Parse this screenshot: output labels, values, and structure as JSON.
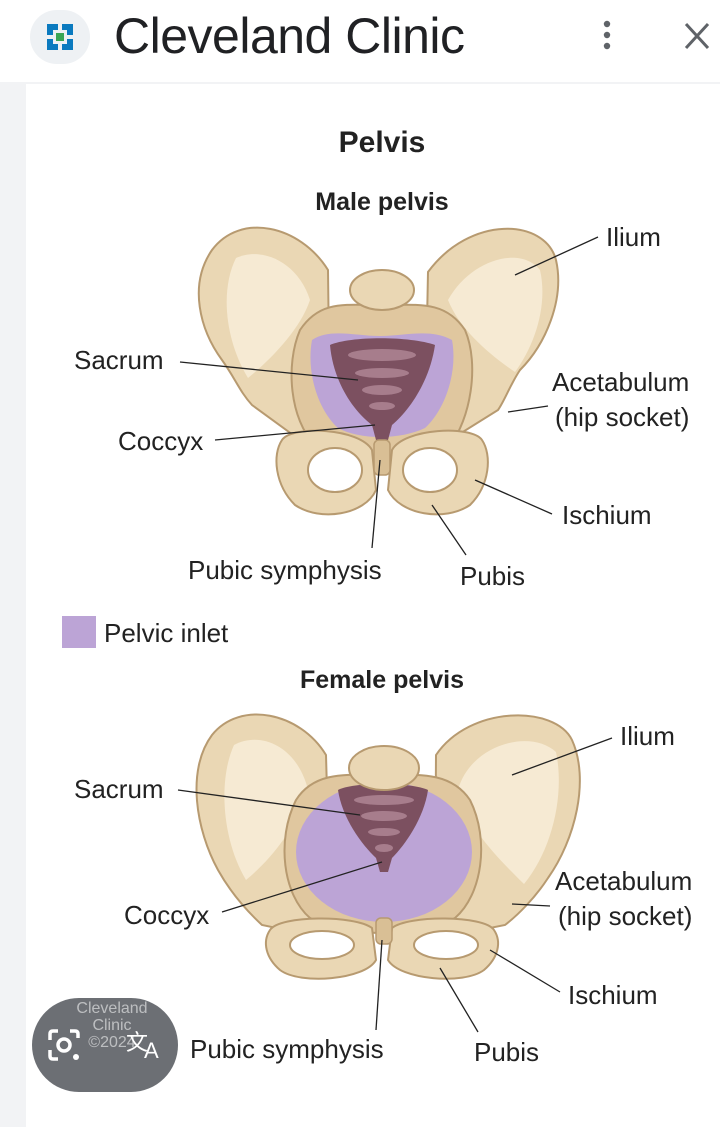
{
  "header": {
    "site_title": "Cleveland Clinic",
    "logo_icon": "cleveland-clinic-logo-icon",
    "menu_icon": "more-vert-icon",
    "close_icon": "close-icon"
  },
  "figure": {
    "title": "Pelvis",
    "male": {
      "heading": "Male pelvis",
      "labels": {
        "ilium": "Ilium",
        "sacrum": "Sacrum",
        "acetabulum_1": "Acetabulum",
        "acetabulum_2": "(hip socket)",
        "coccyx": "Coccyx",
        "ischium": "Ischium",
        "pubic_symphysis": "Pubic symphysis",
        "pubis": "Pubis"
      }
    },
    "legend": {
      "label": "Pelvic inlet",
      "swatch_color": "#bca4d6"
    },
    "female": {
      "heading": "Female pelvis",
      "labels": {
        "ilium": "Ilium",
        "sacrum": "Sacrum",
        "acetabulum_1": "Acetabulum",
        "acetabulum_2": "(hip socket)",
        "coccyx": "Coccyx",
        "ischium": "Ischium",
        "pubic_symphysis": "Pubic symphysis",
        "pubis": "Pubis"
      }
    },
    "watermark": {
      "line1": "Cleveland",
      "line2": "Clinic",
      "line3": "©2024"
    }
  },
  "overlay": {
    "lens_icon": "google-lens-icon",
    "translate_icon": "translate-icon"
  },
  "colors": {
    "bone": "#ead7b4",
    "bone_shadow": "#c9ad83",
    "sacrum": "#7c5060",
    "inlet": "#bca4d6"
  }
}
